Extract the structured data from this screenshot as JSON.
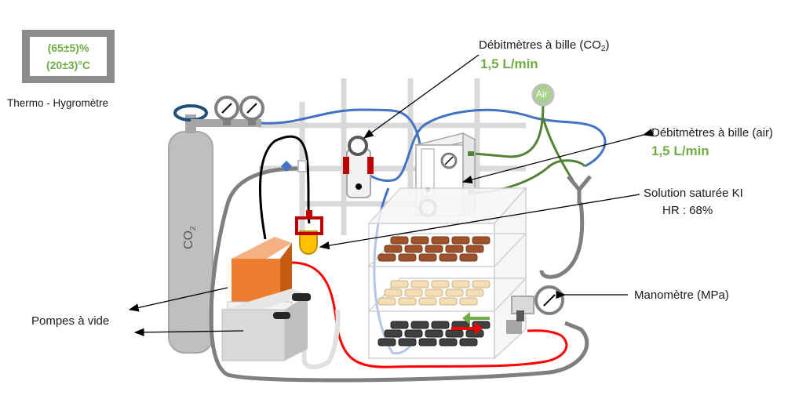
{
  "hygrometer": {
    "line1": "(65±5)%",
    "line2": "(20±3)°C",
    "label": "Thermo - Hygromètre"
  },
  "co2_cylinder": {
    "label_main": "CO",
    "label_sub": "2"
  },
  "air_inlet": {
    "label": "Air"
  },
  "flowmeter_co2": {
    "label_prefix": "Débitmètres à bille (CO",
    "label_sub": "2",
    "label_suffix": ")",
    "value": "1,5 L/min"
  },
  "flowmeter_air": {
    "label": "Débitmètres à bille (air)",
    "value": "1,5 L/min"
  },
  "ki_solution": {
    "label": "Solution saturée KI",
    "hr": "HR : 68%"
  },
  "manometer": {
    "label": "Manomètre (MPa)"
  },
  "vacuum_pumps": {
    "label": "Pompes à vide"
  },
  "colors": {
    "co2_pipe": "#4472c4",
    "air_pipe": "#548235",
    "vacuum_pipe": "#ff0000",
    "grey_pipe": "#7f7f7f",
    "pump_orange": "#ed7d31",
    "accent_green": "#70ad47",
    "valve_red": "#c00000",
    "sample_brown": "#a0522d",
    "sample_beige": "#f5deb3",
    "sample_dark": "#404040"
  }
}
